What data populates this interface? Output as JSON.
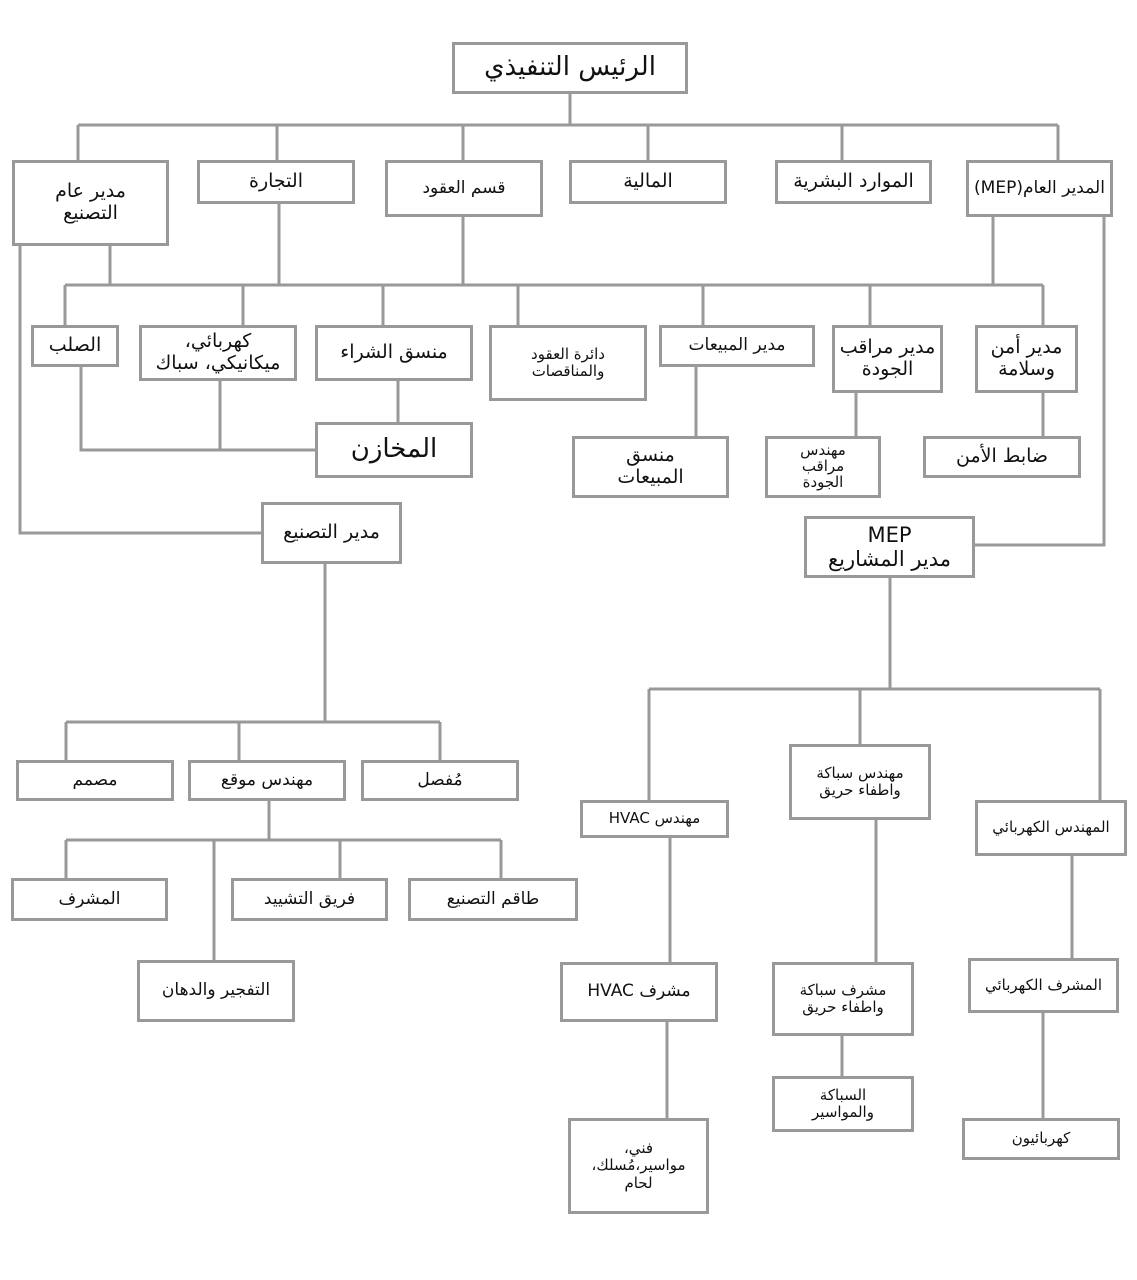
{
  "title": "الرئيس التنفيذي",
  "level1": {
    "manufacturing_gm": "مدير عام\nالتصنيع",
    "trade": "التجارة",
    "contracts_dept": "قسم العقود",
    "finance": "المالية",
    "hr": "الموارد البشرية",
    "mep_gm": "المدير العام(MEP)"
  },
  "level2": {
    "steel": "الصلب",
    "elec_mech_plumber": "كهربائي،\nميكانيكي، سباك",
    "procurement_coordinator": "منسق الشراء",
    "contracts_tenders": "دائرة العقود\nوالمناقصات",
    "sales_manager": "مدير المبيعات",
    "qc_manager": "مدير مراقب\nالجودة",
    "hse_manager": "مدير أمن\nوسلامة"
  },
  "level3": {
    "warehouses": "المخازن",
    "sales_coordinator": "منسق\nالمبيعات",
    "qc_engineer": "مهندس\nمراقب\nالجودة",
    "security_officer": "ضابط الأمن",
    "manufacturing_manager": "مدير التصنيع",
    "mep_project_manager": "MEP\nمدير المشاريع"
  },
  "manufacturing": {
    "designer": "مصمم",
    "site_engineer": "مهندس موقع",
    "detailer": "مُفصل",
    "supervisor": "المشرف",
    "construction_team": "فريق التشييد",
    "fabrication_crew": "طاقم التصنيع",
    "blasting_painting": "التفجير والدهان"
  },
  "mep": {
    "hvac_engineer": "مهندس HVAC",
    "plumbing_fire_engineer": "مهندس سباكة\nواطفاء حريق",
    "electrical_engineer": "المهندس الكهربائي",
    "hvac_supervisor": "مشرف HVAC",
    "plumbing_fire_supervisor": "مشرف سباكة\nواطفاء حريق",
    "electrical_supervisor": "المشرف الكهربائي",
    "plumbing_pipes": "السباكة\nوالمواسير",
    "technicians": "فني،\nمواسير،مُسلك،\nلحام",
    "electricians": "كهربائيون"
  }
}
